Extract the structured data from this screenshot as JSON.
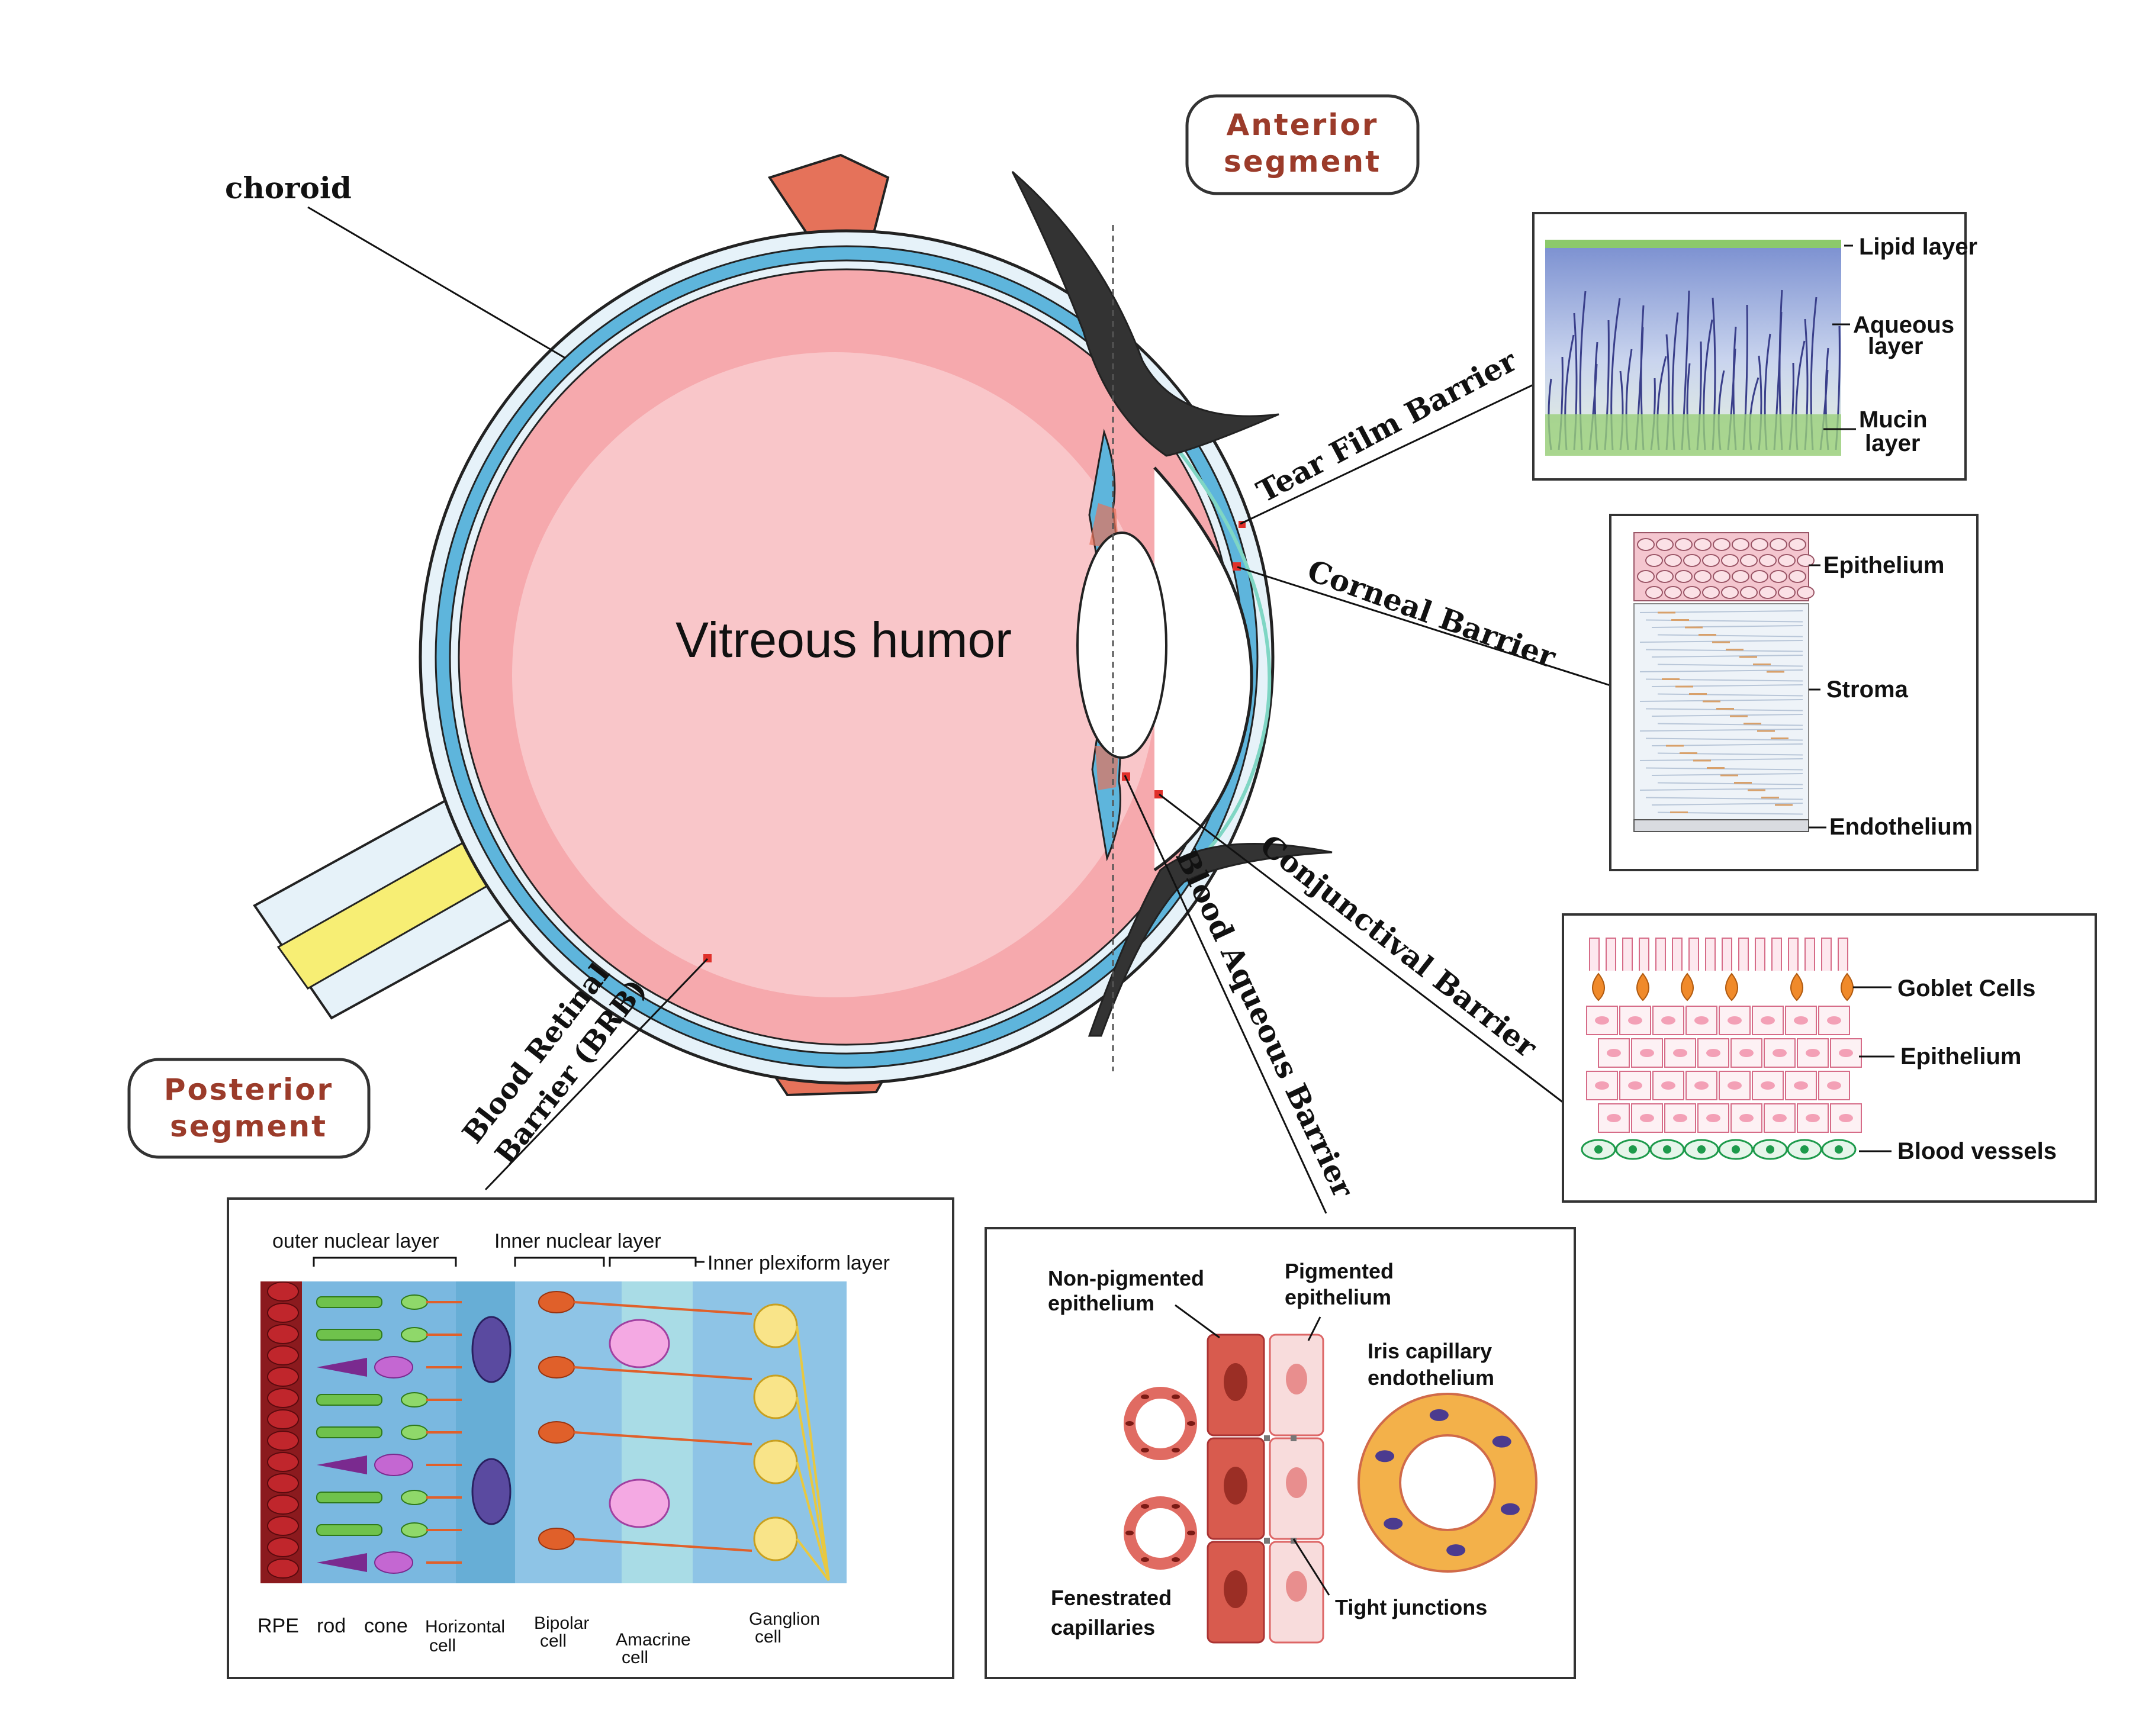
{
  "colors": {
    "vitreous": "#f6a9ad",
    "vitreous_inner": "#f9c6c9",
    "sclera": "#e6f2f9",
    "choroid_band": "#5eb5dc",
    "muscle": "#e5725a",
    "optic_nerve": "#f7ee74",
    "segment_title": "#9b3b2a",
    "rpe": "#c0262c",
    "retina_bg": "#7ab8e0",
    "cornea_tear": "#7fd6c4"
  },
  "labels": {
    "choroid": "choroid",
    "vitreous_humor": "Vitreous humor",
    "anterior_segment_l1": "Anterior",
    "anterior_segment_l2": "segment",
    "posterior_segment_l1": "Posterior",
    "posterior_segment_l2": "segment"
  },
  "barriers": {
    "tear_film": "Tear Film Barrier",
    "corneal": "Corneal Barrier",
    "conjunctival": "Conjunctival Barrier",
    "blood_aqueous": "Blood Aqueous Barrier",
    "blood_retinal_l1": "Blood Retinal",
    "blood_retinal_l2": "Barrier (BRB)"
  },
  "tear_film_panel": {
    "lipid": "Lipid layer",
    "aqueous_l1": "Aqueous",
    "aqueous_l2": "layer",
    "mucin_l1": "Mucin",
    "mucin_l2": "layer"
  },
  "corneal_panel": {
    "epithelium": "Epithelium",
    "stroma": "Stroma",
    "endothelium": "Endothelium"
  },
  "conjunctival_panel": {
    "goblet": "Goblet Cells",
    "epithelium": "Epithelium",
    "vessels": "Blood vessels"
  },
  "retina_panel": {
    "outer_nuclear": "outer nuclear layer",
    "inner_nuclear": "Inner nuclear layer",
    "inner_plexiform": "Inner plexiform layer",
    "rpe": "RPE",
    "rod": "rod",
    "cone": "cone",
    "horizontal_l1": "Horizontal",
    "horizontal_l2": "cell",
    "bipolar_l1": "Bipolar",
    "bipolar_l2": "cell",
    "amacrine_l1": "Amacrine",
    "amacrine_l2": "cell",
    "ganglion_l1": "Ganglion",
    "ganglion_l2": "cell"
  },
  "aqueous_panel": {
    "non_pigmented_l1": "Non-pigmented",
    "non_pigmented_l2": "epithelium",
    "pigmented_l1": "Pigmented",
    "pigmented_l2": "epithelium",
    "iris_l1": "Iris capillary",
    "iris_l2": "endothelium",
    "fenestrated_l1": "Fenestrated",
    "fenestrated_l2": "capillaries",
    "tight": "Tight junctions"
  }
}
